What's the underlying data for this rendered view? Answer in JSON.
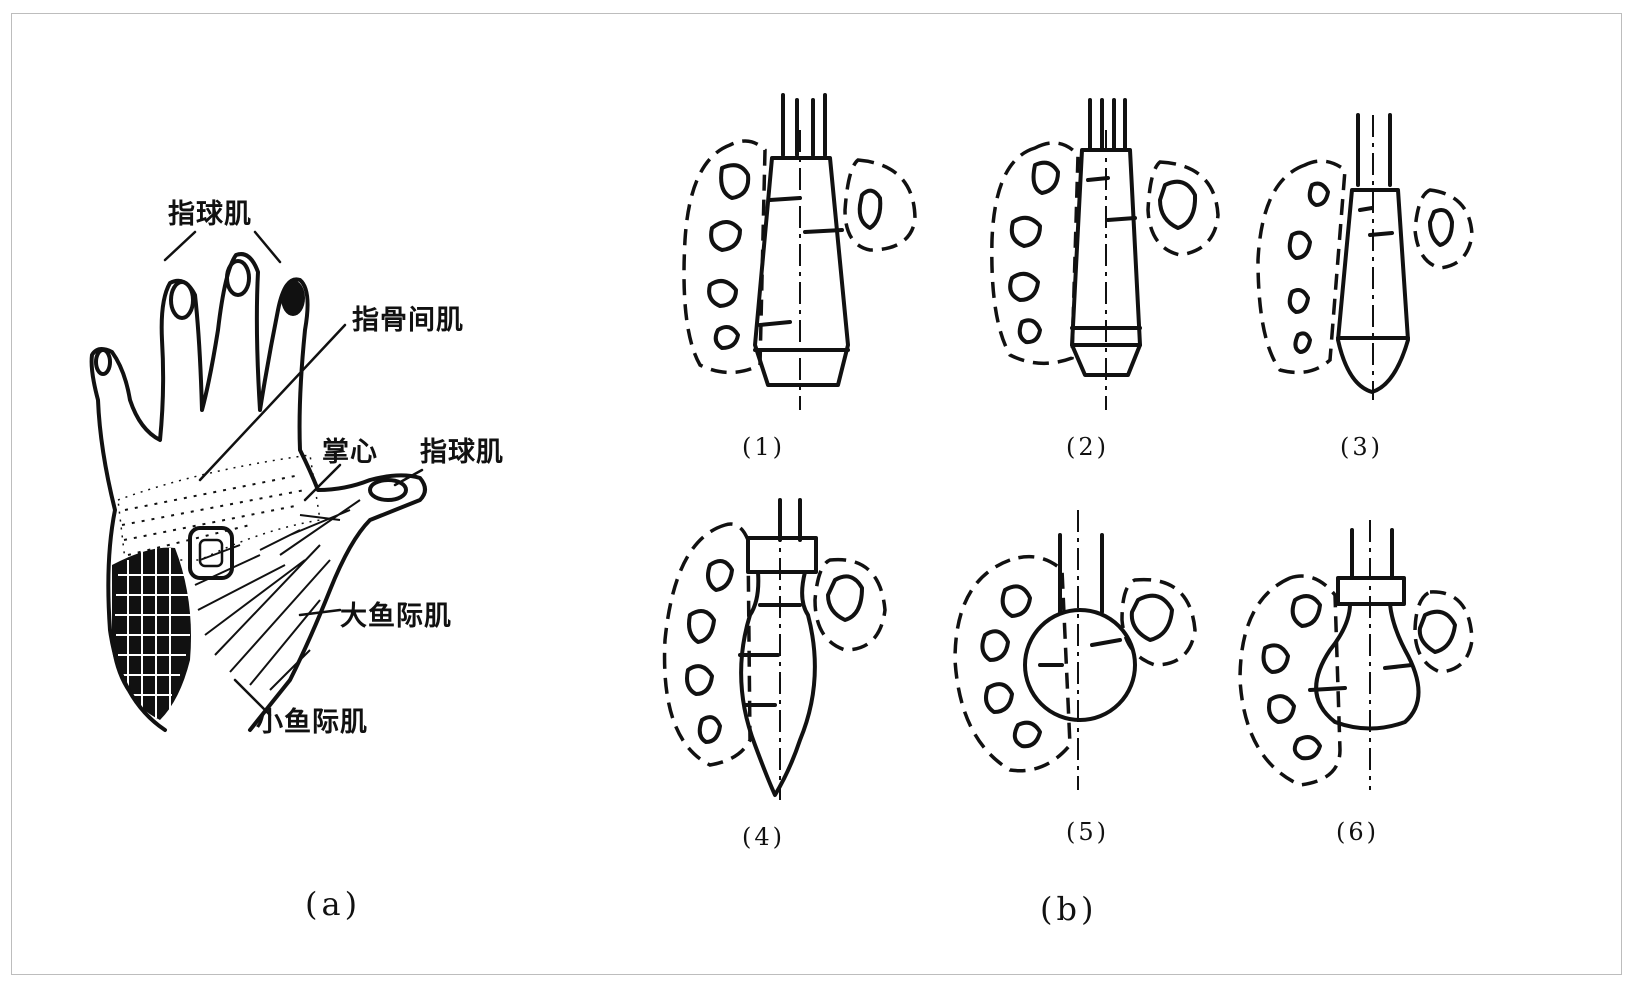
{
  "panel_a": {
    "caption": "(a)",
    "labels": {
      "finger_pad_top": "指球肌",
      "interosseous": "指骨间肌",
      "palm_center": "掌心",
      "finger_pad_thumb": "指球肌",
      "thenar": "大鱼际肌",
      "hypothenar": "小鱼际肌"
    }
  },
  "panel_b": {
    "caption": "(b)",
    "shape_labels": [
      "(1)",
      "(2)",
      "(3)",
      "(4)",
      "(5)",
      "(6)"
    ]
  }
}
